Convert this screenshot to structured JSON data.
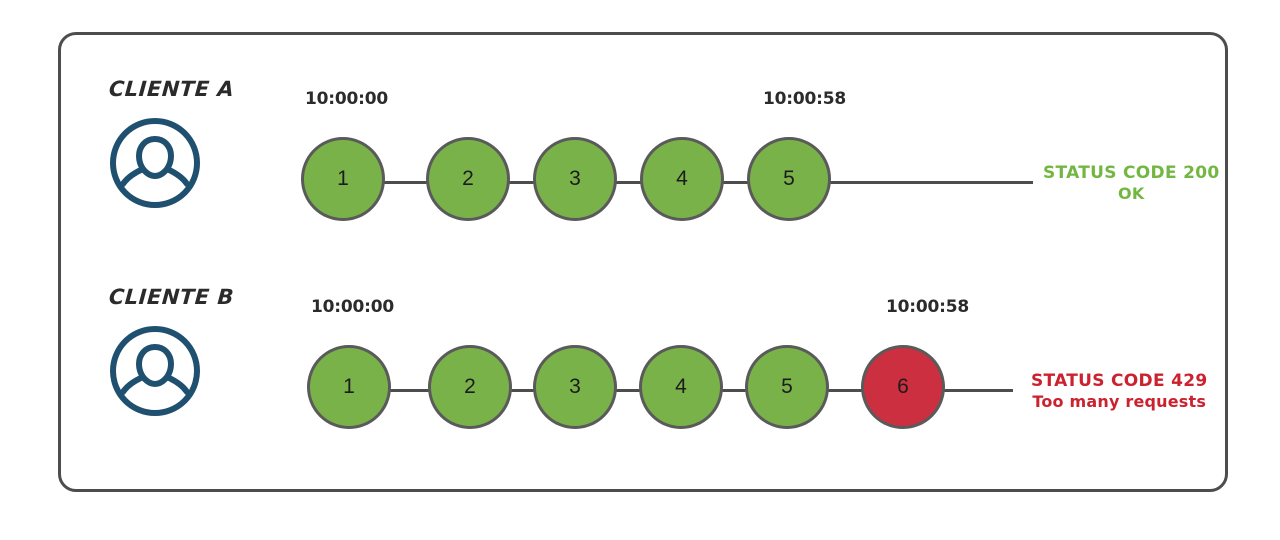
{
  "diagram": {
    "title_visible": false,
    "colors": {
      "success": "#7ab24a",
      "failure": "#cc2f3f",
      "node_stroke": "#5a5a5a",
      "panel_border": "#4d4d4d",
      "avatar": "#1f5070",
      "status_ok_text": "#73b742",
      "status_error_text": "#cc2230"
    },
    "rows": [
      {
        "id": "cliente-a",
        "client_label": "CLIENTE A",
        "avatar_icon": "user-avatar-icon",
        "start_time": "10:00:00",
        "end_time": "10:00:58",
        "nodes": [
          {
            "label": "1",
            "state": "ok"
          },
          {
            "label": "2",
            "state": "ok"
          },
          {
            "label": "3",
            "state": "ok"
          },
          {
            "label": "4",
            "state": "ok"
          },
          {
            "label": "5",
            "state": "ok"
          }
        ],
        "status": {
          "kind": "ok",
          "main": "STATUS CODE 200",
          "sub": "OK"
        }
      },
      {
        "id": "cliente-b",
        "client_label": "CLIENTE B",
        "avatar_icon": "user-avatar-icon",
        "start_time": "10:00:00",
        "end_time": "10:00:58",
        "nodes": [
          {
            "label": "1",
            "state": "ok"
          },
          {
            "label": "2",
            "state": "ok"
          },
          {
            "label": "3",
            "state": "ok"
          },
          {
            "label": "4",
            "state": "ok"
          },
          {
            "label": "5",
            "state": "ok"
          },
          {
            "label": "6",
            "state": "fail"
          }
        ],
        "status": {
          "kind": "error",
          "main": "STATUS CODE 429",
          "sub": "Too many requests"
        }
      }
    ]
  }
}
